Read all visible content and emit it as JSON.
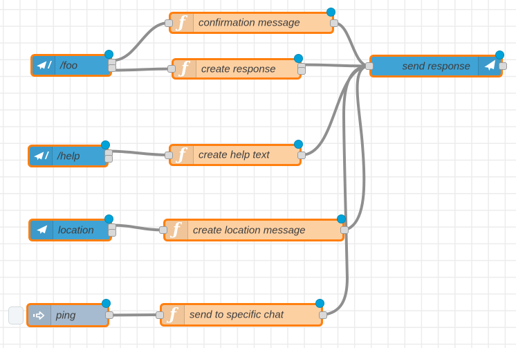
{
  "app": {
    "name": "Node-RED flow editor canvas"
  },
  "icons": {
    "function_glyph": "ƒ",
    "command_slash": "/"
  },
  "colors": {
    "selection_border": "#ff7f0e",
    "telegram_node_fill": "#3fa3d6",
    "function_node_fill": "#fdd0a2",
    "inject_node_fill": "#a6bbcf",
    "wire": "#8f8f8f",
    "port_fill": "#d9d9d9",
    "changed_indicator": "#00a3d9",
    "grid_line": "#ececec",
    "label_text": "#3d3d3d"
  },
  "nodes": {
    "foo": {
      "label": "/foo",
      "type": "telegram command"
    },
    "confirmation_message": {
      "label": "confirmation message",
      "type": "function"
    },
    "create_response": {
      "label": "create response",
      "type": "function"
    },
    "send_response": {
      "label": "send response",
      "type": "telegram sender"
    },
    "help": {
      "label": "/help",
      "type": "telegram command"
    },
    "create_help_text": {
      "label": "create help text",
      "type": "function"
    },
    "location": {
      "label": "location",
      "type": "telegram event"
    },
    "create_location_message": {
      "label": "create location message",
      "type": "function"
    },
    "ping": {
      "label": "ping",
      "type": "inject"
    },
    "send_to_specific_chat": {
      "label": "send to specific chat",
      "type": "function"
    }
  }
}
